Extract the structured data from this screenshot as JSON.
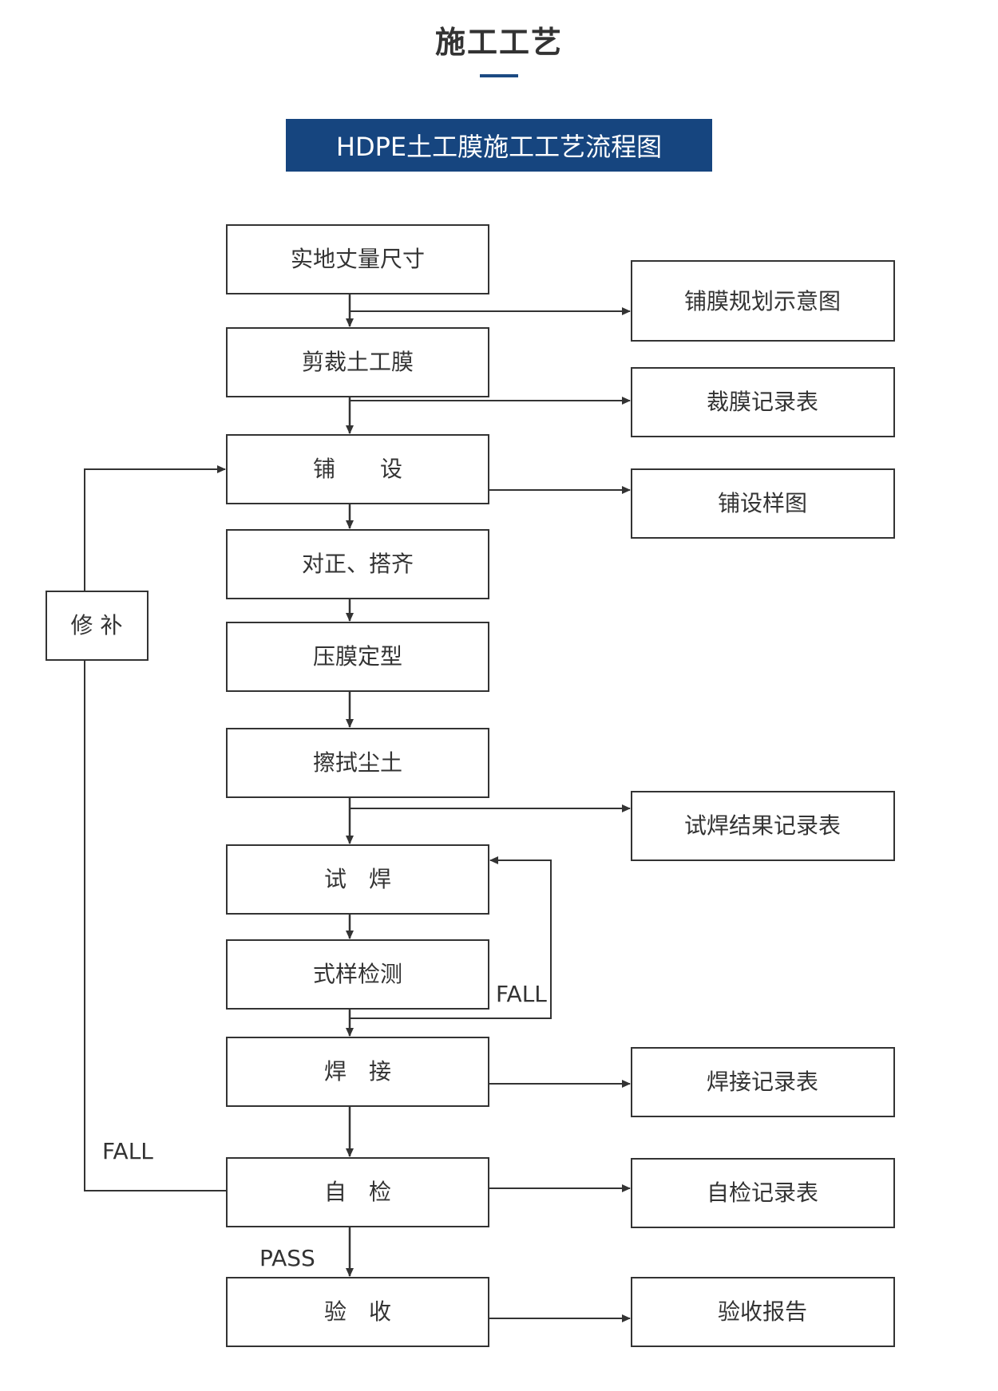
{
  "title": "施工工艺",
  "banner": "HDPE土工膜施工工艺流程图",
  "accent_color": "#16457f",
  "steps": {
    "measure": "实地丈量尺寸",
    "cut": "剪裁土工膜",
    "lay": "铺　　设",
    "align": "对正、搭齐",
    "press": "压膜定型",
    "wipe": "擦拭尘土",
    "test_weld": "试　焊",
    "sample_test": "式样检测",
    "weld": "焊　接",
    "self_check": "自　检",
    "accept": "验　收",
    "repair": "修 补"
  },
  "records": {
    "layout_plan": "铺膜规划示意图",
    "cut_record": "裁膜记录表",
    "lay_sample": "铺设样图",
    "test_weld_record": "试焊结果记录表",
    "weld_record": "焊接记录表",
    "check_record": "自检记录表",
    "accept_report": "验收报告"
  },
  "labels": {
    "fall_test": "FALL",
    "fall_check": "FALL",
    "pass": "PASS"
  }
}
